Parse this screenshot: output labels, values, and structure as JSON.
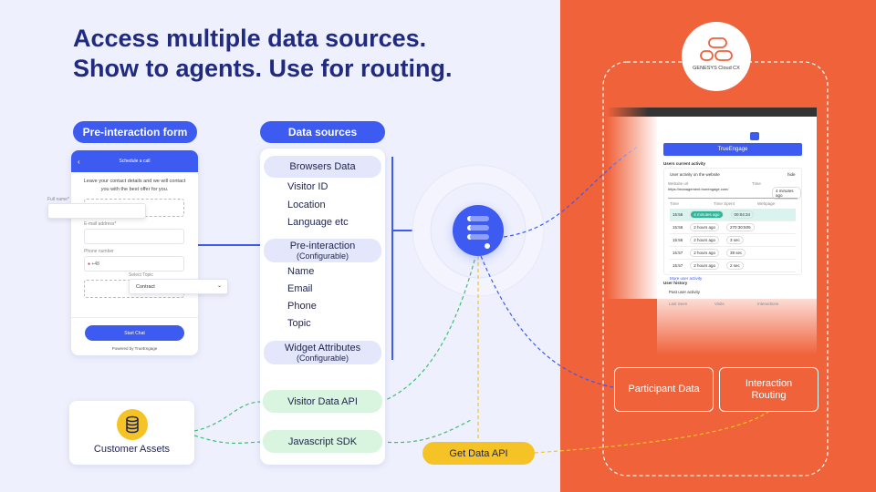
{
  "title": {
    "line1": "Access multiple data sources.",
    "line2": "Show to agents. Use for routing."
  },
  "form": {
    "pill": "Pre-interaction form",
    "header": "Schedule a call",
    "intro": "Leave your contact details and we will contact you with the best offer for you.",
    "full_name_label": "Full name*",
    "email_label": "E-mail address*",
    "phone_label": "Phone number",
    "phone_prefix": "+48",
    "topic_label": "Select Topic",
    "topic_value": "Contract",
    "start_button": "Start Chat",
    "powered": "Powered by TrueEngage"
  },
  "sources": {
    "pill": "Data sources",
    "sections": [
      {
        "title": "Browsers Data",
        "items": [
          "Visitor ID",
          "Location",
          "Language etc"
        ]
      },
      {
        "title": "Pre-interaction",
        "sub": "(Configurable)",
        "items": [
          "Name",
          "Email",
          "Phone",
          "Topic"
        ]
      },
      {
        "title": "Widget Attributes",
        "sub": "(Configurable)"
      }
    ],
    "apis": [
      "Visitor Data API",
      "Javascript SDK"
    ]
  },
  "customer_assets": "Customer Assets",
  "get_data_api": "Get Data API",
  "genesys": {
    "logo_text": "GENESYS Cloud CX",
    "participant_data": "Participant Data",
    "interaction_routing": "Interaction Routing"
  },
  "agent_ui": {
    "brand": "TrueEngage",
    "current_activity": "Users current activity",
    "activity_card": "User activity on the website",
    "website_url_label": "Website url",
    "time_label": "Time",
    "website_url": "https://management.trueengage.com/",
    "ago": "4 minutes ago",
    "cols": [
      "Time",
      "Time Spent",
      "Webpage"
    ],
    "rows": [
      [
        "15:56",
        "4 minutes ago",
        "00:04:34"
      ],
      [
        "15:56",
        "2 hours ago",
        "270:30:505"
      ],
      [
        "15:56",
        "2 hours ago",
        "3 sec"
      ],
      [
        "15:57",
        "2 hours ago",
        "38 sec"
      ],
      [
        "15:57",
        "2 hours ago",
        "2 sec"
      ]
    ],
    "more": "More user activity",
    "history": "User history",
    "past": "Past user activity",
    "last_seen": "Last Seen",
    "visits": "Visits",
    "interactions": "Interactions",
    "hide": "hide"
  },
  "colors": {
    "blue": "#3d5af1",
    "orange": "#f0623a",
    "navy": "#1f2a80",
    "yellow": "#f6c326",
    "green": "#d9f4df"
  }
}
